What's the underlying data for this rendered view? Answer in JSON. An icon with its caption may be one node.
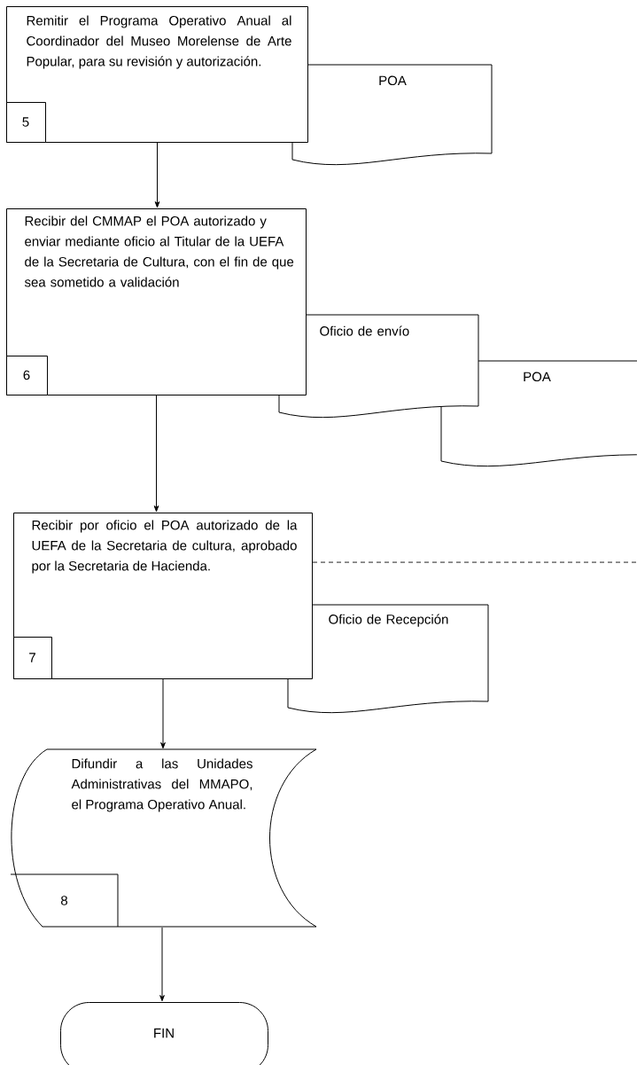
{
  "diagram": {
    "nodes": [
      {
        "text": [
          "Remitir el Programa Operativo Anual al Coordinador del Museo Morelense de Arte Popular, para su revisión y autorización."
        ]
      },
      {
        "text": [
          "5"
        ],
        "in": 0
      },
      {
        "text": [
          "POA"
        ]
      },
      {
        "text": [
          "Recibir del CMMAP el POA autorizado y enviar mediante oficio al Titular de la UEFA de la Secretaria de Cultura, con el fin de que sea sometido a validación"
        ]
      },
      {
        "text": [
          "6"
        ],
        "in": 3
      },
      {
        "text": [
          "Oficio de envío"
        ]
      },
      {
        "text": [
          "POA"
        ]
      },
      {
        "text": [
          "Recibir por oficio el POA autorizado de la UEFA de la Secretaria de cultura, aprobado por la Secretaria de Hacienda."
        ]
      },
      {
        "text": [
          "7"
        ],
        "in": 7
      },
      {
        "text": [
          "Oficio de Recepción"
        ]
      },
      {
        "text": [
          "Difundir a las Unidades Administrativas del MMAPO, el Programa Operativo Anual."
        ]
      },
      {
        "text": [
          "8"
        ],
        "in": 10
      },
      {
        "text": [
          "FIN"
        ]
      }
    ],
    "edges": [
      {
        "from": 0,
        "to": 3,
        "arrow": "to"
      },
      {
        "from": 3,
        "to": 7,
        "arrow": "to"
      },
      {
        "from": 7,
        "to": 10,
        "arrow": "to"
      },
      {
        "from": 10,
        "to": 12,
        "arrow": "to"
      },
      {
        "from": 7,
        "to": null,
        "arrow": "none",
        "style": "dashed"
      }
    ]
  }
}
